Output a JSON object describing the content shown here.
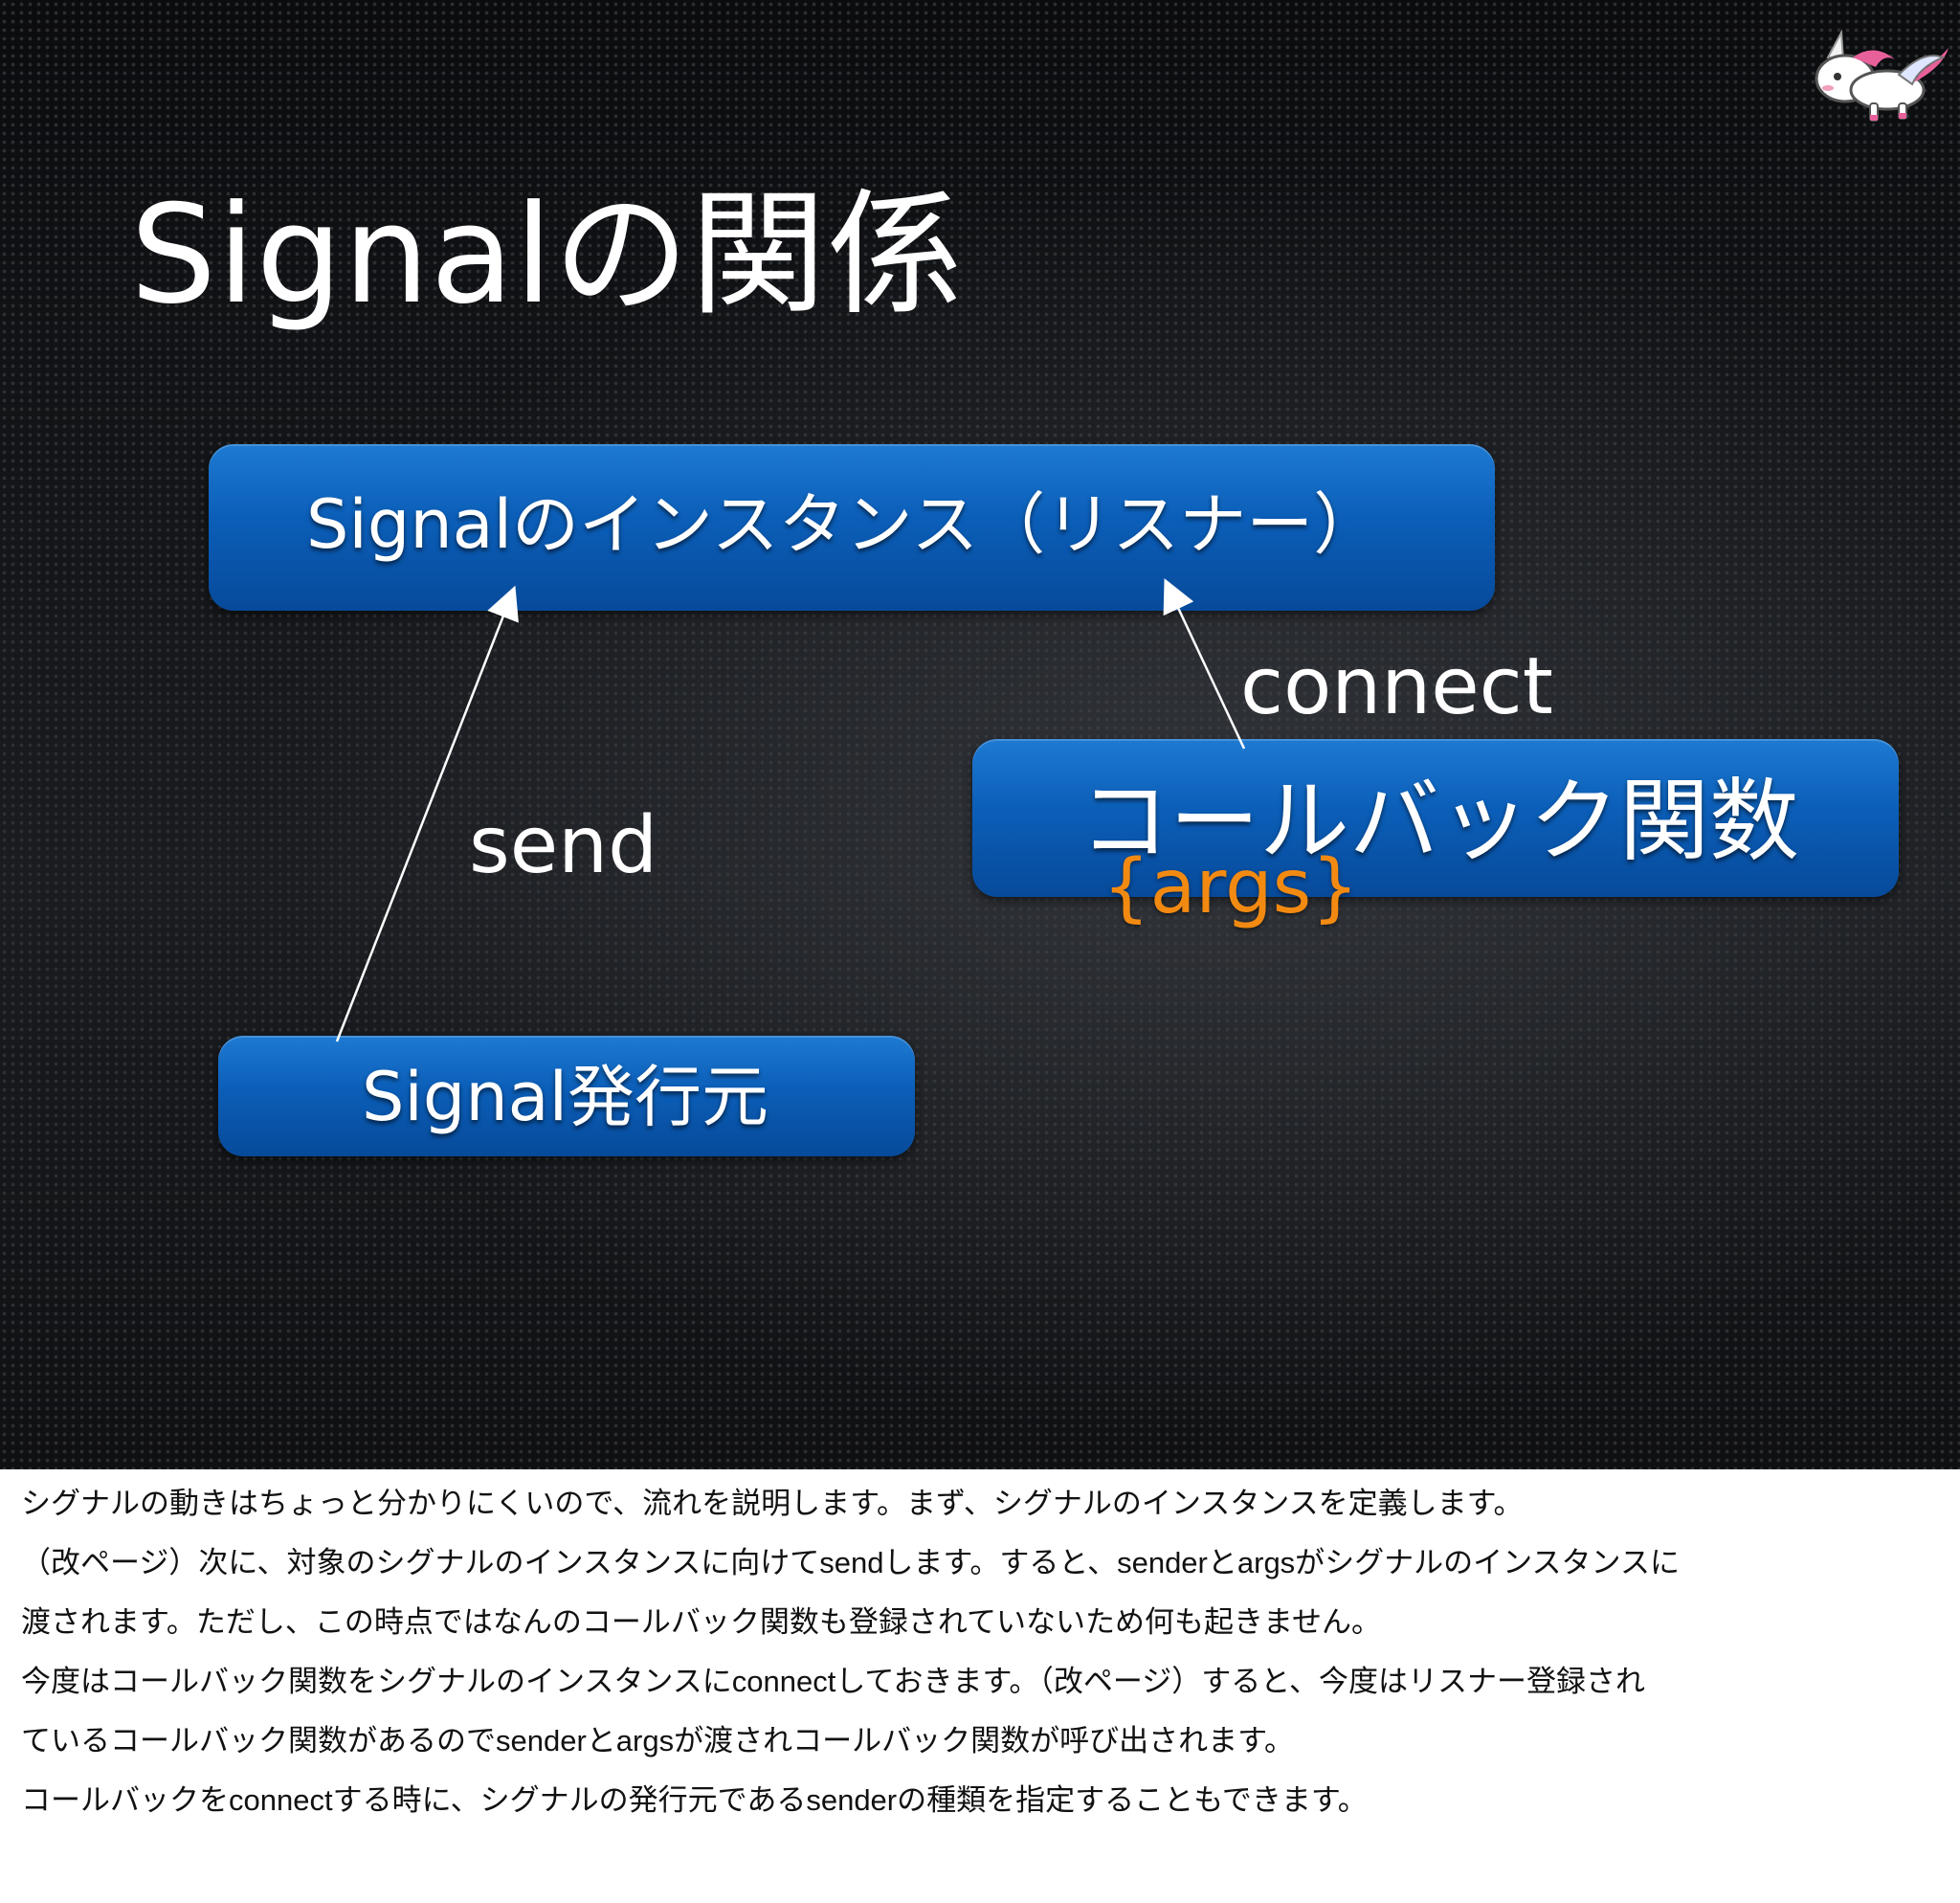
{
  "slide": {
    "title": "Signalの関係",
    "listener_box": "Signalのインスタンス（リスナー）",
    "callback_box": "コールバック関数",
    "args_label": "{args}",
    "sender_box": "Signal発行元",
    "send_label": "send",
    "connect_label": "connect",
    "logo_icon": "unicorn-icon"
  },
  "notes": [
    "シグナルの動きはちょっと分かりにくいので、流れを説明します。まず、シグナルのインスタンスを定義します。",
    "（改ページ）次に、対象のシグナルのインスタンスに向けてsendします。すると、senderとargsがシグナルのインスタンスに",
    "渡されます。ただし、この時点ではなんのコールバック関数も登録されていないため何も起きません。",
    "今度はコールバック関数をシグナルのインスタンスにconnectしておきます。（改ページ）すると、今度はリスナー登録され",
    "ているコールバック関数があるのでsenderとargsが渡されコールバック関数が呼び出されます。",
    "コールバックをconnectする時に、シグナルの発行元であるsenderの種類を指定することもできます。"
  ],
  "colors": {
    "box_blue": "#0b5eb8",
    "args_orange": "#f28a12",
    "slide_bg": "#15171a"
  }
}
